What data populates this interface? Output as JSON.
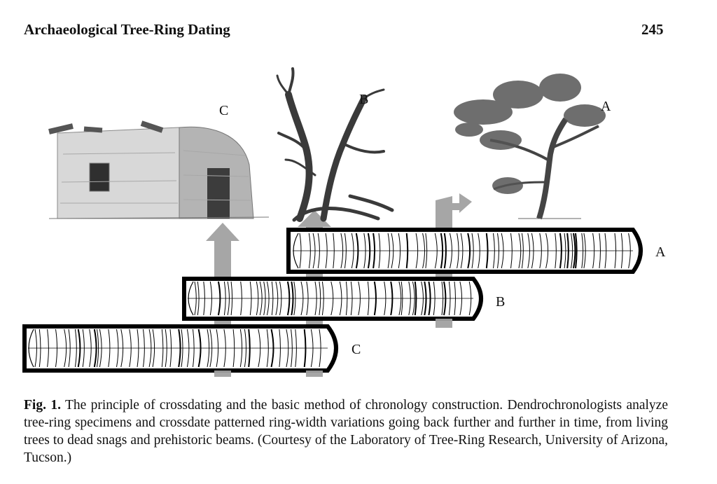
{
  "header": {
    "running_title": "Archaeological Tree-Ring Dating",
    "page_number": "245"
  },
  "figure": {
    "labels": {
      "building": "C",
      "snag": "B",
      "tree": "A",
      "sample_a": "A",
      "sample_b": "B",
      "sample_c": "C"
    }
  },
  "caption": {
    "label": "Fig. 1.",
    "text": "The principle of crossdating and the basic method of chronology construction. Dendrochronologists analyze tree-ring specimens and crossdate patterned ring-width variations going back further and further in time, from living trees to dead snags and prehistoric beams. (Courtesy of the Laboratory of Tree-Ring Research, University of Arizona, Tucson.)"
  }
}
